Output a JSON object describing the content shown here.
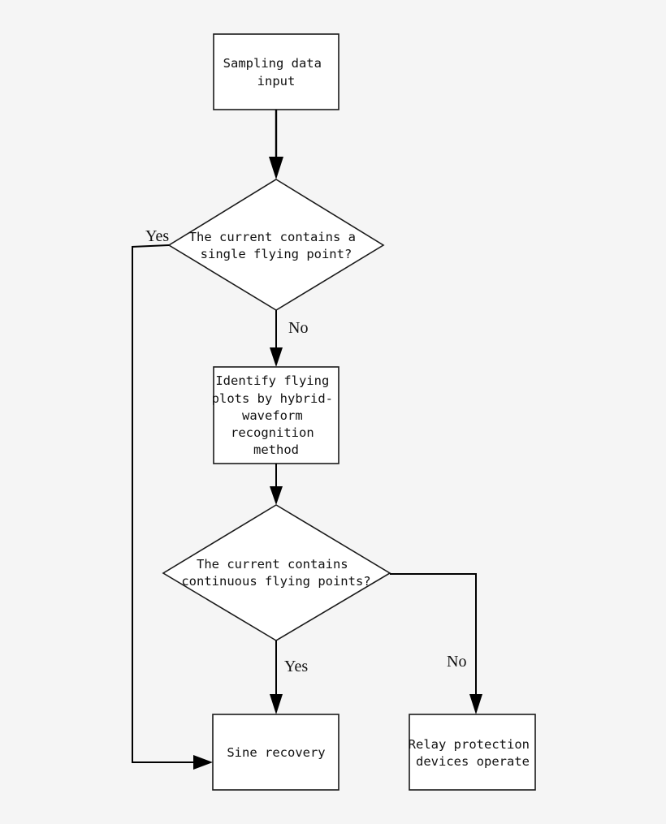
{
  "nodes": {
    "sampling": {
      "lines": [
        "Sampling data",
        "input"
      ]
    },
    "decision_single": {
      "lines": [
        "The current contains a",
        "single flying point?"
      ]
    },
    "identify": {
      "lines": [
        "Identify flying",
        "plots by hybrid-",
        "waveform",
        "recognition",
        "method"
      ]
    },
    "decision_continuous": {
      "lines": [
        "The current contains",
        "continuous flying points?"
      ]
    },
    "sine_recovery": {
      "lines": [
        "Sine recovery"
      ]
    },
    "relay": {
      "lines": [
        "Relay protection",
        "devices operate"
      ]
    }
  },
  "edge_labels": {
    "single_yes": "Yes",
    "single_no": "No",
    "continuous_yes": "Yes",
    "continuous_no": "No"
  }
}
